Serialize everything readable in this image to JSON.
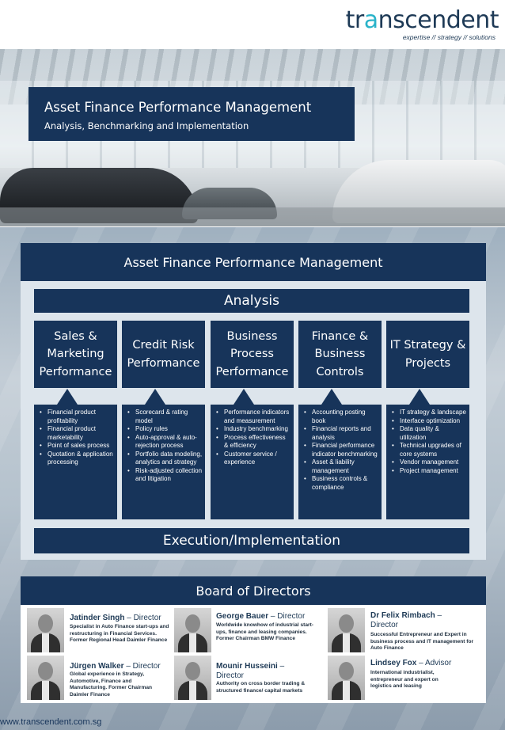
{
  "logo": {
    "word_pre": "tr",
    "word_accent": "a",
    "word_post": "nscendent",
    "tagline": "expertise // strategy // solutions"
  },
  "hero": {
    "title": "Asset Finance Performance Management",
    "subtitle": "Analysis, Benchmarking and Implementation"
  },
  "framework": {
    "title": "Asset Finance Performance Management",
    "analysis_label": "Analysis",
    "execution_label": "Execution/Implementation",
    "pillars": [
      {
        "label": "Sales & Marketing Performance",
        "bullets": [
          "Financial product profitability",
          "Financial product marketability",
          "Point of sales process",
          "Quotation & application processing"
        ]
      },
      {
        "label": "Credit Risk Performance",
        "bullets": [
          "Scorecard & rating model",
          "Policy rules",
          "Auto-approval & auto-rejection process",
          "Portfolio data modeling, analytics and strategy",
          "Risk-adjusted collection and litigation"
        ]
      },
      {
        "label": "Business Process Performance",
        "bullets": [
          "Performance indicators and measurement",
          "Industry benchmarking",
          "Process effectiveness & efficiency",
          "Customer service / experience"
        ]
      },
      {
        "label": "Finance & Business Controls",
        "bullets": [
          "Accounting posting book",
          "Financial reports and analysis",
          "Financial performance indicator benchmarking",
          "Asset & liability management",
          "Business controls & compliance"
        ]
      },
      {
        "label": "IT Strategy & Projects",
        "bullets": [
          "IT strategy & landscape",
          "Interface optimization",
          "Data quality & utilization",
          "Technical upgrades of core systems",
          "Vendor management",
          "Project management"
        ]
      }
    ]
  },
  "board": {
    "title": "Board of Directors",
    "directors": [
      {
        "name": "Jatinder Singh",
        "role": "Director",
        "desc": "Specialist in Auto Finance start-ups and restructuring in Financial Services. Former Regional Head Daimler Finance"
      },
      {
        "name": "George Bauer",
        "role": "Director",
        "desc": "Worldwide knowhow of industrial start-ups, finance and leasing companies. Former Chairman BMW Finance"
      },
      {
        "name": "Dr Felix Rimbach",
        "role": "Director",
        "desc": "Successful Entrepreneur and Expert in business process and IT management for Auto Finance"
      },
      {
        "name": "Jürgen Walker",
        "role": "Director",
        "desc": "Global experience in Strategy, Automotive, Finance and Manufacturing. Former Chairman Daimler Finance"
      },
      {
        "name": "Mounir Husseini",
        "role": "Director",
        "desc": "Authority on cross border trading & structured finance/ capital markets"
      },
      {
        "name": "Lindsey Fox",
        "role": "Advisor",
        "desc": "International industrialist, entrepreneur and expert on logistics and leasing"
      }
    ]
  },
  "footer": {
    "url": "www.transcendent.com.sg"
  },
  "colors": {
    "navy": "#17345a",
    "accent_teal": "#2ab3c9",
    "panel_bg": "#dde5ec"
  }
}
